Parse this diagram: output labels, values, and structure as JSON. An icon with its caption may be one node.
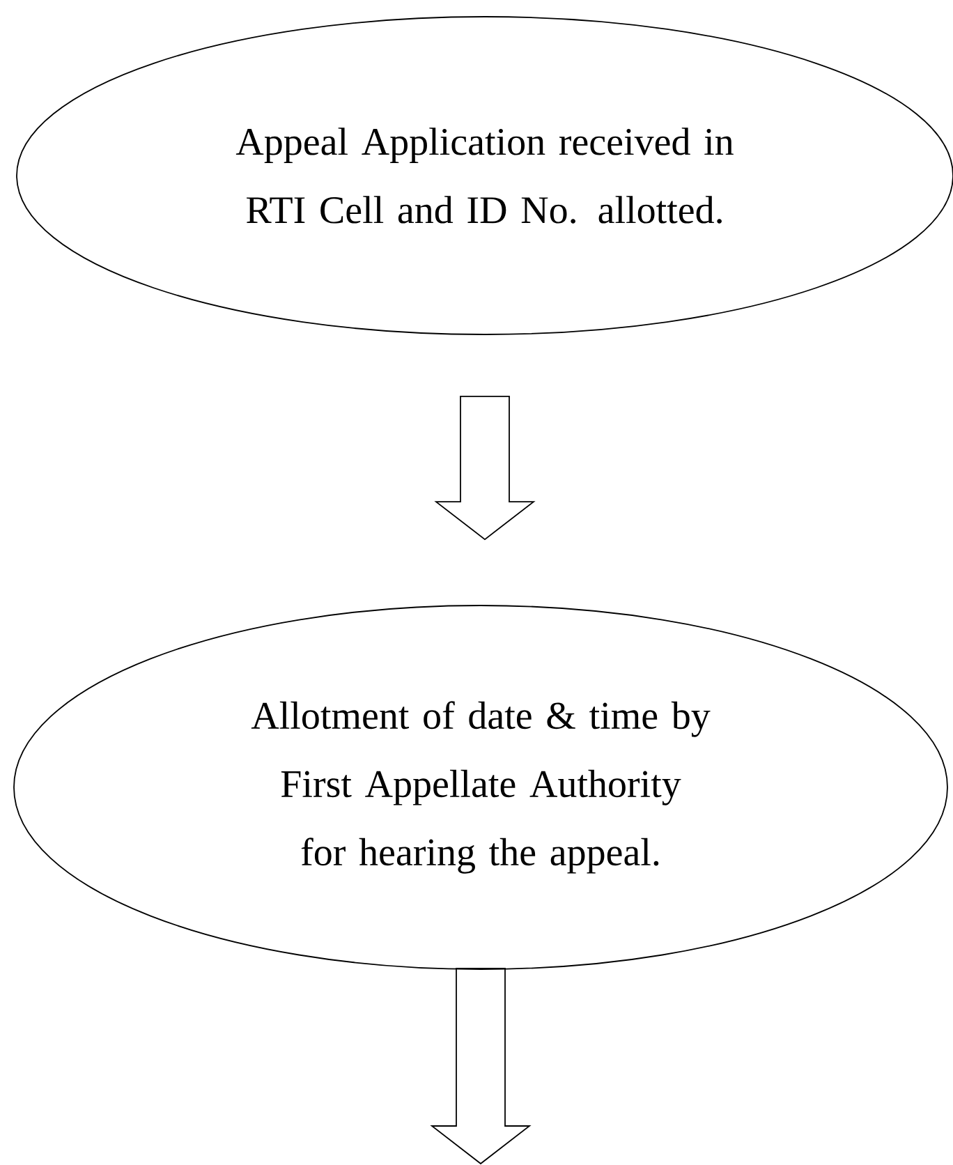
{
  "diagram": {
    "nodes": [
      {
        "text": [
          "Appeal Application received in RTI Cell and ID No. allotted."
        ]
      },
      {
        "text": [
          "Allotment of date & time by First Appellate Authority for hearing the appeal."
        ]
      }
    ],
    "edges": [
      {
        "from": 0,
        "to": 1,
        "arrow": "to"
      },
      {
        "from": 1,
        "to": null,
        "arrow": "to"
      }
    ]
  }
}
